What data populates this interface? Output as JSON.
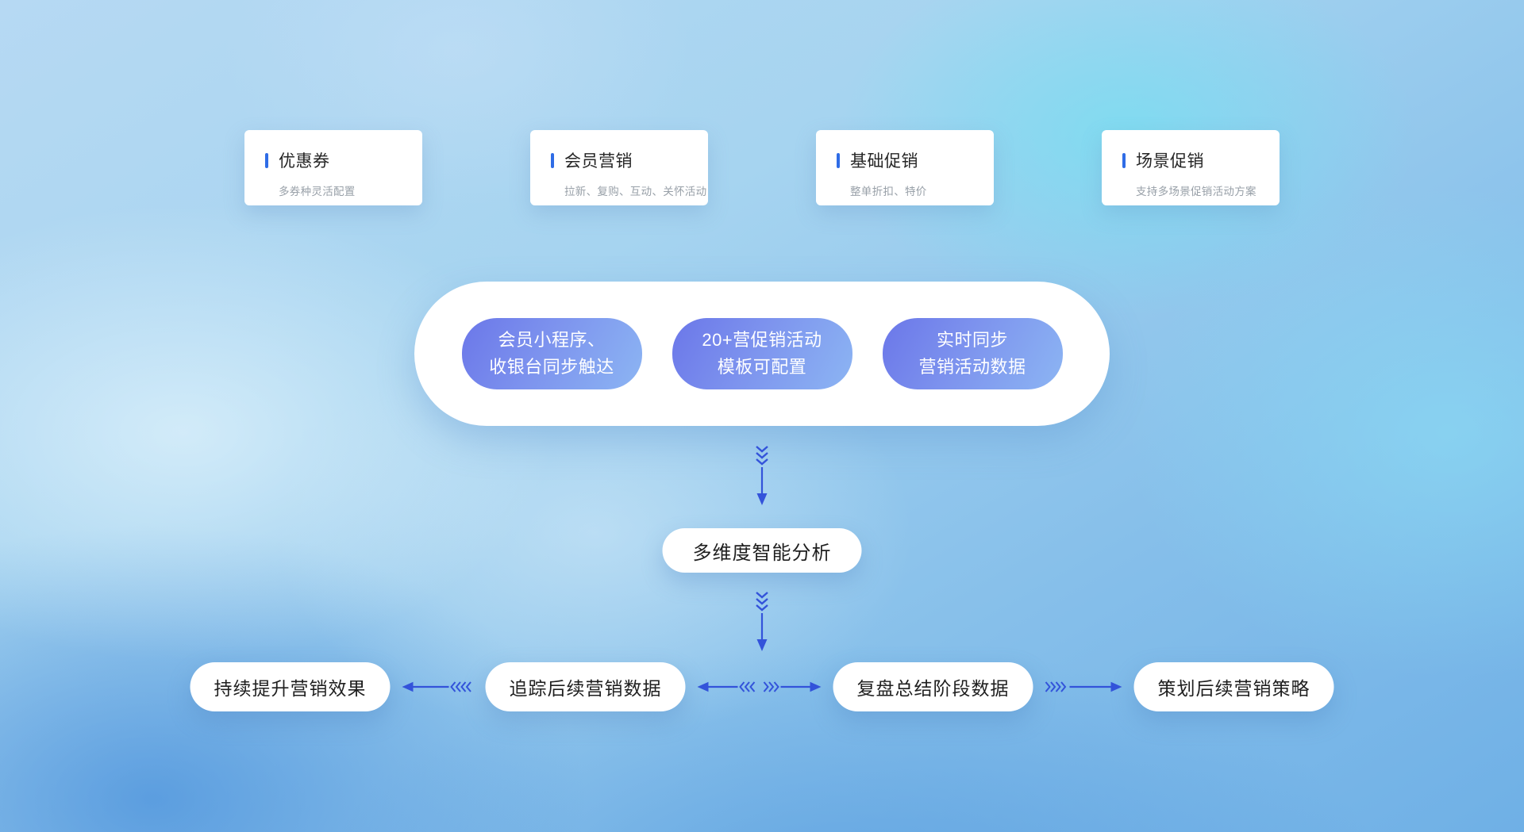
{
  "top_cards": [
    {
      "title": "优惠券",
      "subtitle": "多券种灵活配置"
    },
    {
      "title": "会员营销",
      "subtitle": "拉新、复购、互动、关怀活动"
    },
    {
      "title": "基础促销",
      "subtitle": "整单折扣、特价"
    },
    {
      "title": "场景促销",
      "subtitle": "支持多场景促销活动方案"
    }
  ],
  "hub_capsules": [
    {
      "line1": "会员小程序、",
      "line2": "收银台同步触达"
    },
    {
      "line1": "20+营促销活动",
      "line2": "模板可配置"
    },
    {
      "line1": "实时同步",
      "line2": "营销活动数据"
    }
  ],
  "analysis_label": "多维度智能分析",
  "flow_pills": [
    {
      "label": "持续提升营销效果"
    },
    {
      "label": "追踪后续营销数据"
    },
    {
      "label": "复盘总结阶段数据"
    },
    {
      "label": "策划后续营销策略"
    }
  ],
  "colors": {
    "accent_bar": "#2f6ce6",
    "arrow": "#3353da",
    "capsule_gradient_start": "#6b77e9",
    "capsule_gradient_end": "#8cb5f3",
    "card_title_text": "#262626",
    "card_subtitle_text": "#98a0a8",
    "pill_text": "#1f1f1f"
  }
}
